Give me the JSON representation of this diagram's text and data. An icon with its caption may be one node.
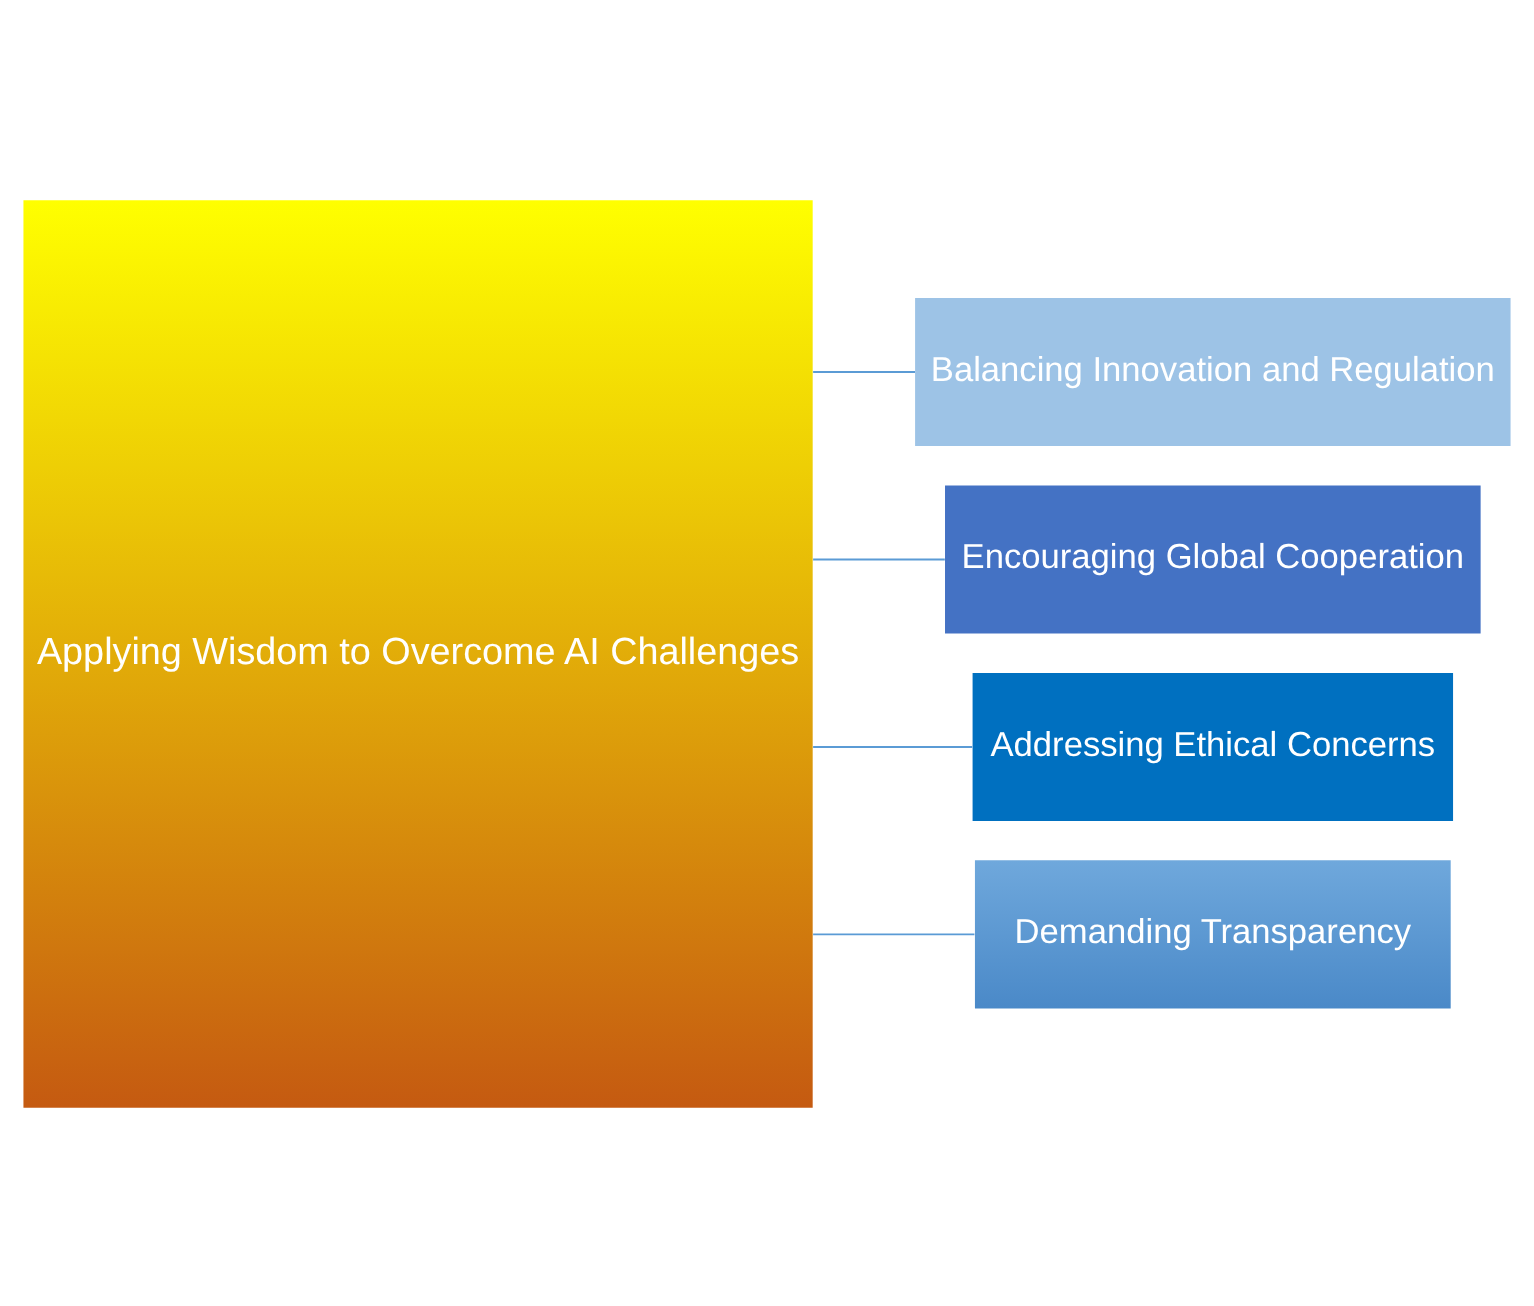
{
  "diagram": {
    "nodes": [
      {
        "text": [
          "Applying Wisdom to Overcome AI Challenges"
        ]
      },
      {
        "text": [
          "Balancing Innovation and Regulation"
        ]
      },
      {
        "text": [
          "Encouraging Global Cooperation"
        ]
      },
      {
        "text": [
          "Addressing Ethical Concerns"
        ]
      },
      {
        "text": [
          "Demanding Transparency"
        ]
      }
    ],
    "edges": [
      {
        "from": 0,
        "to": 1,
        "arrow": "none"
      },
      {
        "from": 0,
        "to": 2,
        "arrow": "none"
      },
      {
        "from": 0,
        "to": 3,
        "arrow": "none"
      },
      {
        "from": 0,
        "to": 4,
        "arrow": "none"
      }
    ]
  }
}
